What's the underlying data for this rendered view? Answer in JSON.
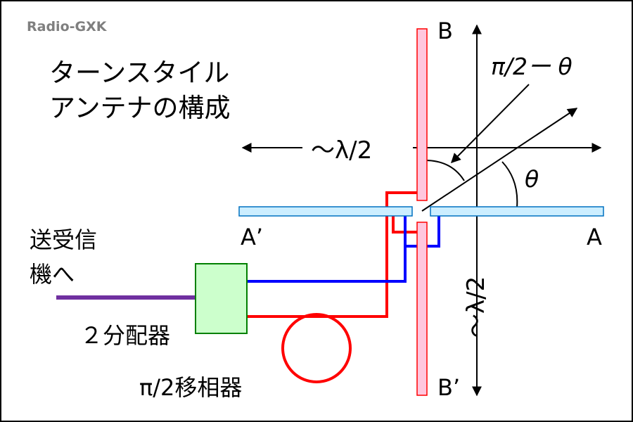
{
  "credit": "Radio-GXK",
  "title": {
    "line1": "ターンスタイル",
    "line2": "アンテナの構成"
  },
  "labels": {
    "transceiver_line1": "送受信",
    "transceiver_line2": "機へ",
    "splitter": "２分配器",
    "phase_shifter": "π/2移相器",
    "element_b": "B",
    "element_b_prime": "B’",
    "element_a": "A",
    "element_a_prime": "A’",
    "length_horizontal": "～λ/2",
    "length_vertical": "～λ/2",
    "angle_complement": "π/2ー θ",
    "angle_theta": "θ"
  },
  "colors": {
    "element_a": "#cceeff",
    "element_b": "#ffc7de",
    "feed_red": "#ff0000",
    "feed_blue": "#0000ff",
    "feed_line": "#7030a0",
    "splitter_fill": "#ccffcc",
    "splitter_border": "#008000"
  }
}
